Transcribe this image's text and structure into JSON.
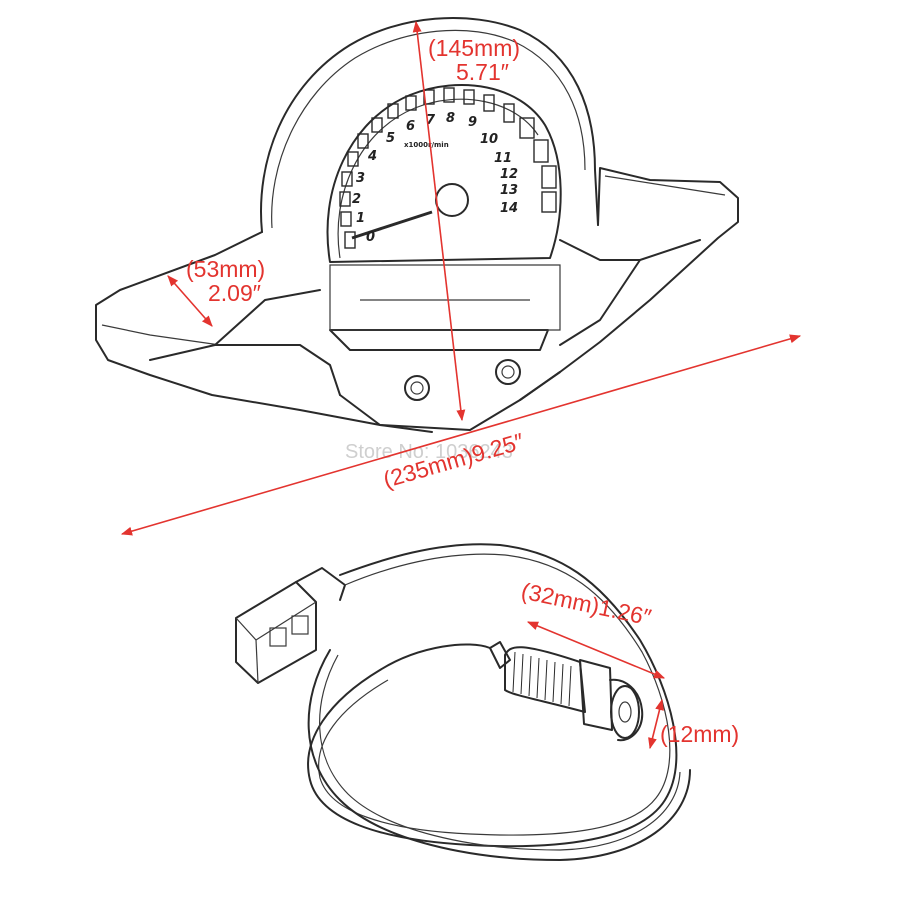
{
  "colors": {
    "dimension": "#e3342f",
    "ink": "#2a2a2a",
    "watermark": "#cfcfcf"
  },
  "gauge": {
    "tick_labels": [
      "0",
      "1",
      "2",
      "3",
      "4",
      "5",
      "6",
      "7",
      "8",
      "9",
      "10",
      "11",
      "12",
      "13",
      "14"
    ],
    "unit_label": "x1000r/min"
  },
  "watermark": "Store No: 1036243",
  "dimensions": {
    "height": {
      "metric": "(145mm)",
      "imperial": "5.71″"
    },
    "width": {
      "text": "(235mm)9.25″"
    },
    "side_depth": {
      "metric": "(53mm)",
      "imperial": "2.09″"
    },
    "sensor_length": {
      "text": "(32mm)1.26″"
    },
    "sensor_diameter": {
      "text": "(12mm)"
    }
  }
}
